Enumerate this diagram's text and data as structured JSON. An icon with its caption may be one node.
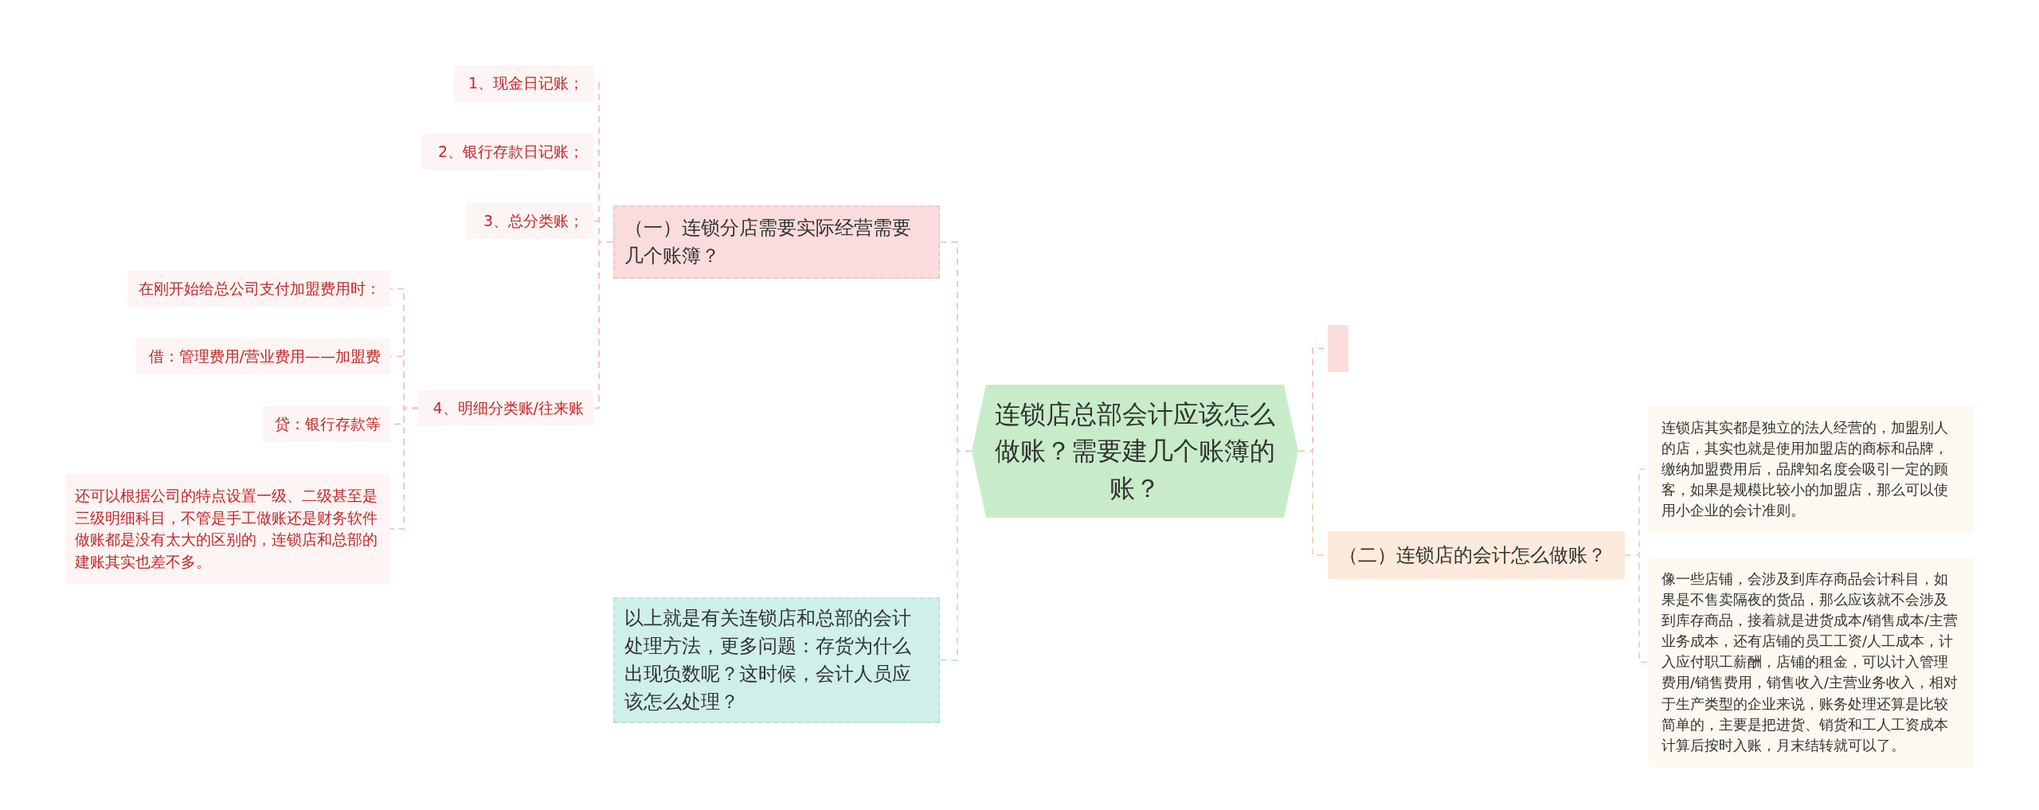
{
  "diagram": {
    "nodes": [
      {
        "text": [
          "连锁店总部会计应该怎么做账？需要建几个账簿的账？"
        ]
      },
      {
        "text": [
          "（一）连锁分店需要实际经营需要几个账簿？"
        ]
      },
      {
        "text": [
          "1、现金日记账；"
        ]
      },
      {
        "text": [
          "2、银行存款日记账；"
        ]
      },
      {
        "text": [
          "3、总分类账；"
        ]
      },
      {
        "text": [
          "4、明细分类账/往来账"
        ]
      },
      {
        "text": [
          "在刚开始给总公司支付加盟费用时："
        ]
      },
      {
        "text": [
          "借：管理费用/营业费用——加盟费"
        ]
      },
      {
        "text": [
          "贷：银行存款等"
        ]
      },
      {
        "text": [
          "还可以根据公司的特点设置一级、二级甚至是三级明细科目，不管是手工做账还是财务软件做账都是没有太大的区别的，连锁店和总部的建账其实也差不多。"
        ]
      },
      {
        "text": [
          "以上就是有关连锁店和总部的会计处理方法，更多问题：存货为什么出现负数呢？这时候，会计人员应该怎么处理？"
        ]
      },
      {
        "text": [],
        "shape": "box"
      },
      {
        "text": [
          "（二）连锁店的会计怎么做账？"
        ]
      },
      {
        "text": [
          "连锁店其实都是独立的法人经营的，加盟别人的店，其实也就是使用加盟店的商标和品牌，缴纳加盟费用后，品牌知名度会吸引一定的顾客，如果是规模比较小的加盟店，那么可以使用小企业的会计准则。"
        ]
      },
      {
        "text": [
          "像一些店铺，会涉及到库存商品会计科目，如果是不售卖隔夜的货品，那么应该就不会涉及到库存商品，接着就是进货成本/销售成本/主营业务成本，还有店铺的员工工资/人工成本，计入应付职工薪酬，店铺的租金，可以计入管理费用/销售费用，销售收入/主营业务收入，相对于生产类型的企业来说，账务处理还算是比较简单的，主要是把进货、销货和工人工资成本计算后按时入账，月末结转就可以了。"
        ]
      }
    ],
    "edges": [
      {
        "from": 0,
        "to": 1,
        "arrow": "none"
      },
      {
        "from": 1,
        "to": 2,
        "arrow": "none"
      },
      {
        "from": 1,
        "to": 3,
        "arrow": "none"
      },
      {
        "from": 1,
        "to": 4,
        "arrow": "none"
      },
      {
        "from": 1,
        "to": 5,
        "arrow": "none"
      },
      {
        "from": 5,
        "to": 6,
        "arrow": "none"
      },
      {
        "from": 5,
        "to": 7,
        "arrow": "none"
      },
      {
        "from": 5,
        "to": 8,
        "arrow": "none"
      },
      {
        "from": 5,
        "to": 9,
        "arrow": "none"
      },
      {
        "from": 0,
        "to": 10,
        "arrow": "none",
        "color": "#bfe6e0"
      },
      {
        "from": 0,
        "to": 11,
        "arrow": "none"
      },
      {
        "from": 0,
        "to": 12,
        "arrow": "none",
        "color": "#f3d6bd"
      },
      {
        "from": 12,
        "to": 13,
        "arrow": "none",
        "color": "#f3d6bd"
      },
      {
        "from": 12,
        "to": 14,
        "arrow": "none",
        "color": "#f3d6bd"
      }
    ]
  }
}
